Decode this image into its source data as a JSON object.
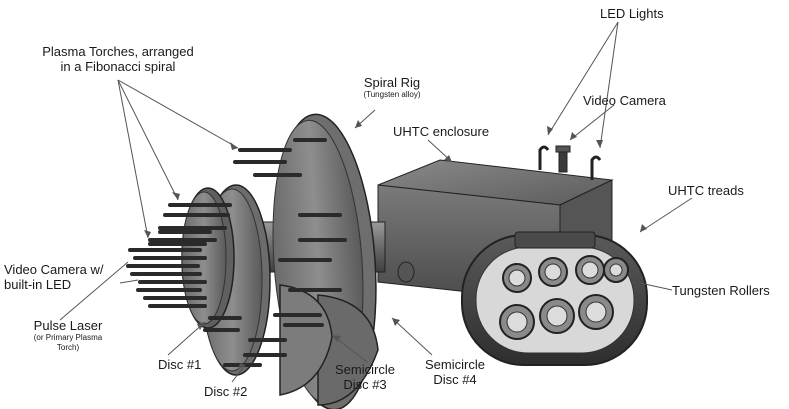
{
  "labels": {
    "plasma_torches": [
      "Plasma Torches, arranged",
      "in a Fibonacci spiral"
    ],
    "spiral_rig": "Spiral Rig",
    "spiral_rig_sub": "(Tungsten alloy)",
    "led_lights": "LED Lights",
    "video_camera": "Video Camera",
    "uhtc_enclosure": "UHTC enclosure",
    "uhtc_treads": "UHTC treads",
    "video_camera_led": [
      "Video Camera w/",
      "built-in LED"
    ],
    "pulse_laser": "Pulse Laser",
    "pulse_laser_sub": [
      "(or Primary Plasma",
      "Torch)"
    ],
    "tungsten_rollers": "Tungsten Rollers",
    "disc1": "Disc #1",
    "disc2": "Disc #2",
    "disc3": [
      "Semicircle",
      "Disc #3"
    ],
    "disc4": [
      "Semicircle",
      "Disc #4"
    ]
  }
}
